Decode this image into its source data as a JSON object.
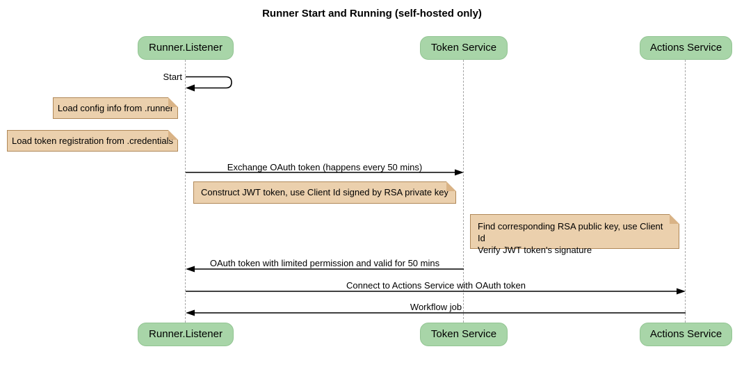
{
  "title": "Runner Start and Running (self-hosted only)",
  "participants": [
    {
      "name": "Runner.Listener"
    },
    {
      "name": "Token Service"
    },
    {
      "name": "Actions Service"
    }
  ],
  "messages": [
    {
      "label": "Start",
      "from": "Runner.Listener",
      "to": "Runner.Listener",
      "type": "self"
    },
    {
      "label": "Exchange OAuth token (happens every 50 mins)",
      "from": "Runner.Listener",
      "to": "Token Service",
      "type": "solid-arrow"
    },
    {
      "label": "OAuth token with limited permission and valid for 50 mins",
      "from": "Token Service",
      "to": "Runner.Listener",
      "type": "solid-arrow"
    },
    {
      "label": "Connect to Actions Service with OAuth token",
      "from": "Runner.Listener",
      "to": "Actions Service",
      "type": "solid-arrow"
    },
    {
      "label": "Workflow job",
      "from": "Actions Service",
      "to": "Runner.Listener",
      "type": "solid-arrow"
    }
  ],
  "notes": [
    {
      "text": "Load config info from .runner",
      "anchor": "left of Runner.Listener"
    },
    {
      "text": "Load token registration from .credentials",
      "anchor": "left of Runner.Listener"
    },
    {
      "text": "Construct JWT token, use Client Id signed by RSA private key",
      "anchor": "between Runner.Listener and Token Service"
    },
    {
      "lines": [
        "Find corresponding RSA public key, use Client Id",
        "Verify JWT token's signature"
      ],
      "anchor": "between Token Service and Actions Service"
    }
  ],
  "colors": {
    "participant_fill": "#A8D5A8",
    "participant_border": "#92C492",
    "note_fill": "#EBD0AD",
    "note_border": "#B08858",
    "note_fold": "#D9B386",
    "lifeline": "#A6A6A6",
    "arrow": "#000000",
    "background": "#FFFFFF"
  }
}
